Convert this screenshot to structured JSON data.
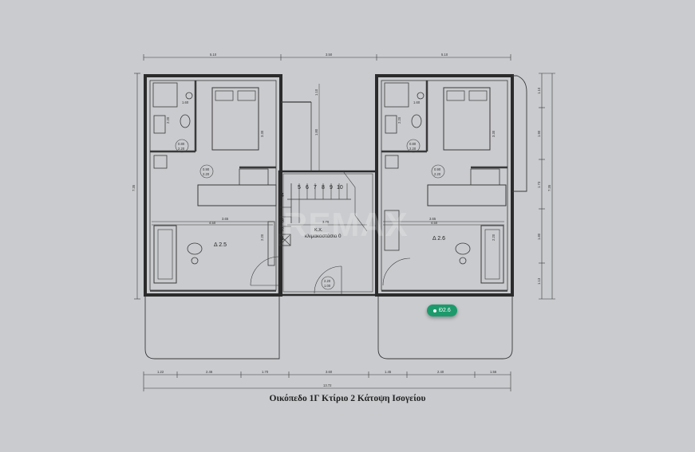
{
  "caption": "Οικόπεδο 1Γ Κτίριο 2 Κάτοψη Ισογείου",
  "watermark": "REMAX",
  "tag": {
    "label": "Đ2.6",
    "color": "#1d9a6c"
  },
  "rooms": {
    "left_unit": "Δ 2.5",
    "right_unit": "Δ 2.6",
    "staircase": "κλιμακοστάσιο 0",
    "staircase_abbr": "Κ.Χ."
  },
  "stair_steps": [
    "5",
    "6",
    "7",
    "8",
    "9",
    "10",
    "4",
    "3",
    "2",
    "1"
  ],
  "dimensions": {
    "top": [
      "5.10",
      "3.50",
      "5.10"
    ],
    "bottom": [
      "1.22",
      "2.46",
      "1.70",
      "3.60",
      "1.45",
      "2.40",
      "1.56"
    ],
    "total": "13.72",
    "left_side": "7.35",
    "right_side": [
      "1.10",
      "1.90",
      "1.73",
      "1.80",
      "1.13"
    ],
    "right_total": "7.35",
    "kitchen_width": "3.65",
    "living_width": "4.50",
    "living_width_right": "4.50",
    "kitchen_width_right": "3.65",
    "bath_height": "2.20",
    "bedroom_height": "3.30",
    "living_height": "2.20",
    "staircase_width": "3.70",
    "stair_vert_top": "1.10",
    "stair_vert_mid": "1.80",
    "bath_width": "1.60"
  },
  "door_labels": {
    "bath_door": [
      "0.80",
      "2.20"
    ],
    "bed_door": [
      "0.90",
      "2.20"
    ],
    "entry_door": [
      "2.20",
      "1.00"
    ]
  }
}
